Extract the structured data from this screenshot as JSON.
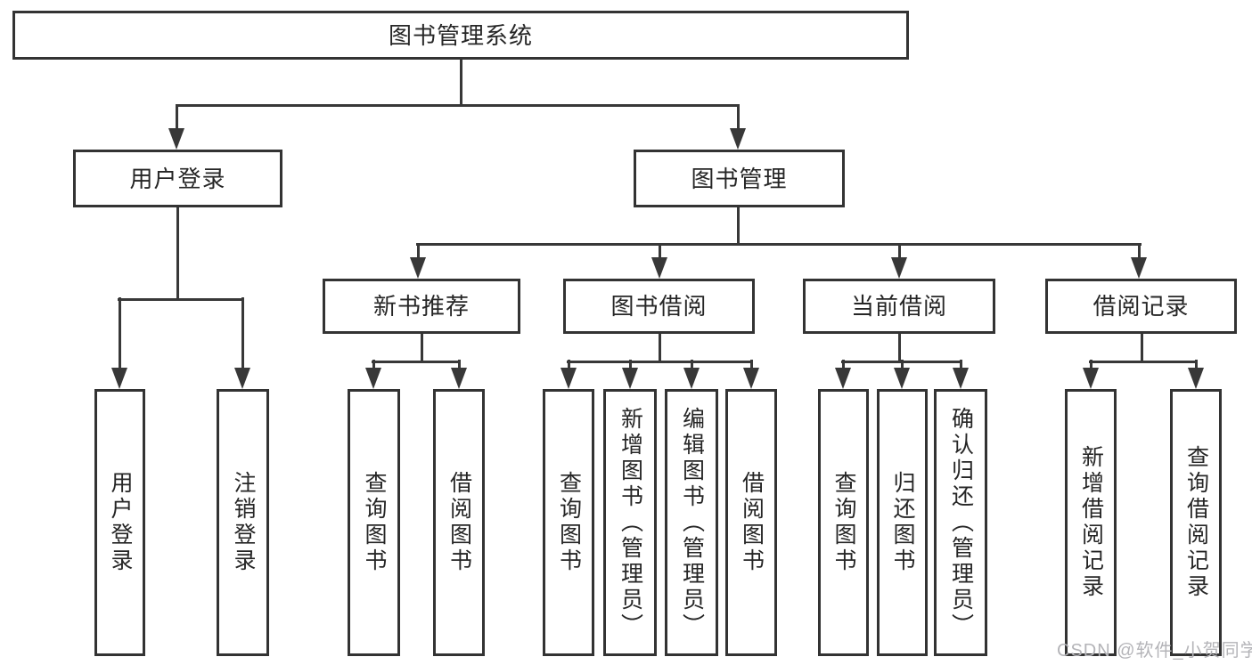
{
  "colors": {
    "line": "#383838",
    "box_border": "#333333",
    "box_fill": "#ffffff",
    "text": "#262626",
    "watermark": "#b4b4b8",
    "background": "#ffffff"
  },
  "tree": {
    "root": {
      "label": "图书管理系统",
      "children": [
        {
          "label": "用户登录",
          "children": [
            {
              "label": "用户登录"
            },
            {
              "label": "注销登录"
            }
          ]
        },
        {
          "label": "图书管理",
          "children": [
            {
              "label": "新书推荐",
              "children": [
                {
                  "label": "查询图书"
                },
                {
                  "label": "借阅图书"
                }
              ]
            },
            {
              "label": "图书借阅",
              "children": [
                {
                  "label": "查询图书"
                },
                {
                  "label": "新增图书（管理员）"
                },
                {
                  "label": "编辑图书（管理员）"
                },
                {
                  "label": "借阅图书"
                }
              ]
            },
            {
              "label": "当前借阅",
              "children": [
                {
                  "label": "查询图书"
                },
                {
                  "label": "归还图书"
                },
                {
                  "label": "确认归还（管理员）"
                }
              ]
            },
            {
              "label": "借阅记录",
              "children": [
                {
                  "label": "新增借阅记录"
                },
                {
                  "label": "查询借阅记录"
                }
              ]
            }
          ]
        }
      ]
    }
  },
  "watermark": {
    "text": "CSDN @软件_小贺同学"
  }
}
